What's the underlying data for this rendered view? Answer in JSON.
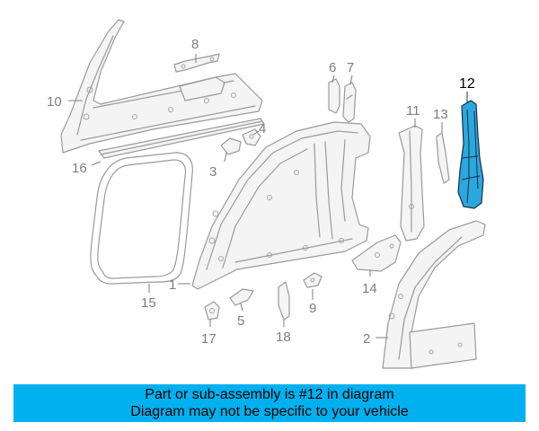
{
  "callouts": [
    {
      "id": "1",
      "label": "1"
    },
    {
      "id": "2",
      "label": "2"
    },
    {
      "id": "3",
      "label": "3"
    },
    {
      "id": "4",
      "label": "4"
    },
    {
      "id": "5",
      "label": "5"
    },
    {
      "id": "6",
      "label": "6"
    },
    {
      "id": "7",
      "label": "7"
    },
    {
      "id": "8",
      "label": "8"
    },
    {
      "id": "9",
      "label": "9"
    },
    {
      "id": "10",
      "label": "10"
    },
    {
      "id": "11",
      "label": "11"
    },
    {
      "id": "12",
      "label": "12"
    },
    {
      "id": "13",
      "label": "13"
    },
    {
      "id": "14",
      "label": "14"
    },
    {
      "id": "15",
      "label": "15"
    },
    {
      "id": "16",
      "label": "16"
    },
    {
      "id": "17",
      "label": "17"
    },
    {
      "id": "18",
      "label": "18"
    }
  ],
  "highlighted_part": "12",
  "colors": {
    "highlight": "#2aa8dd",
    "banner": "#00b0ef"
  },
  "banner": {
    "line1": "Part or sub-assembly is #12 in diagram",
    "line2": "Diagram may not be specific to your vehicle"
  }
}
